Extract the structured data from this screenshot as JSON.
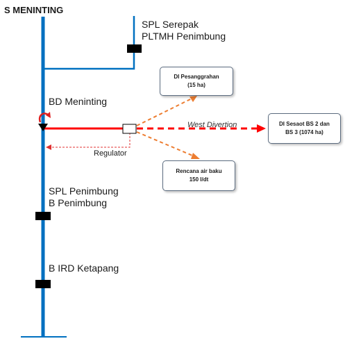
{
  "title": "S MENINTING",
  "labels": {
    "spl_serepak": "SPL Serepak",
    "pltmh": "PLTMH Penimbung",
    "bd_meninting": "BD Meninting",
    "west_divertion": "West Divertion",
    "regulator": "Regulator",
    "spl_penimbung": "SPL Penimbung",
    "b_penimbung": "B Penimbung",
    "b_ird": "B IRD Ketapang"
  },
  "boxes": {
    "pesanggrahan": "DI Pesanggrahan\n(15 ha)",
    "sesaot": "DI Sesaot BS 2 dan\nBS 3 (1074 ha)",
    "rencana": "Rencana air baku\n150 l/dt"
  },
  "colors": {
    "river": "#0070c0",
    "divertion": "#ff0000",
    "dashed_orange": "#ed7d31",
    "structure": "#000000"
  }
}
